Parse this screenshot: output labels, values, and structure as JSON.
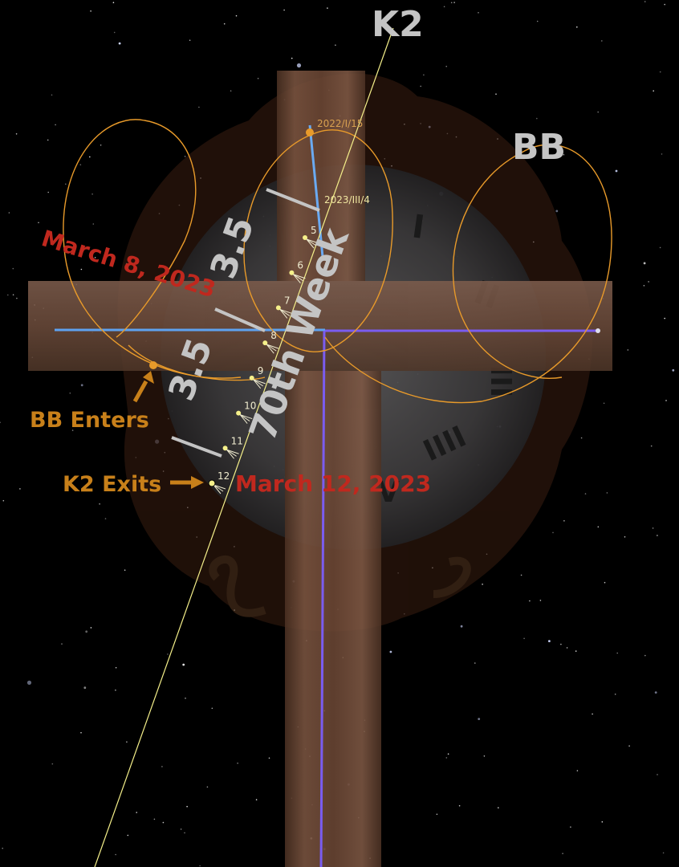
{
  "labels": {
    "k2": "K2",
    "bb": "BB",
    "march8": "March 8, 2023",
    "march12": "March 12, 2023",
    "bb_enters": "BB Enters",
    "k2_exits": "K2 Exits",
    "half_week_1": "3.5",
    "half_week_2": "3.5",
    "seventieth_week": "70th Week",
    "date_start": "2022/I/15",
    "date_mark": "2023/III/4"
  },
  "day_marks": [
    "5",
    "6",
    "7",
    "8",
    "9",
    "10",
    "11",
    "12"
  ],
  "clock_numerals": [
    "I",
    "II",
    "III",
    "IIII",
    "V"
  ],
  "colors": {
    "background": "#000000",
    "cross_wood": "#6e4a37",
    "clock_face": "#3c3c3e",
    "orbit_orange": "#e89a2a",
    "trajectory_yellow": "#f5f08a",
    "line_blue": "#5ea2f0",
    "line_violet": "#7a5cf0",
    "label_red": "#c0281e",
    "label_orange": "#c8801a",
    "label_gray": "#c4c4c4"
  },
  "icons": {
    "arrow_bb": "arrow-up-right-icon",
    "arrow_k2": "arrow-right-icon"
  }
}
